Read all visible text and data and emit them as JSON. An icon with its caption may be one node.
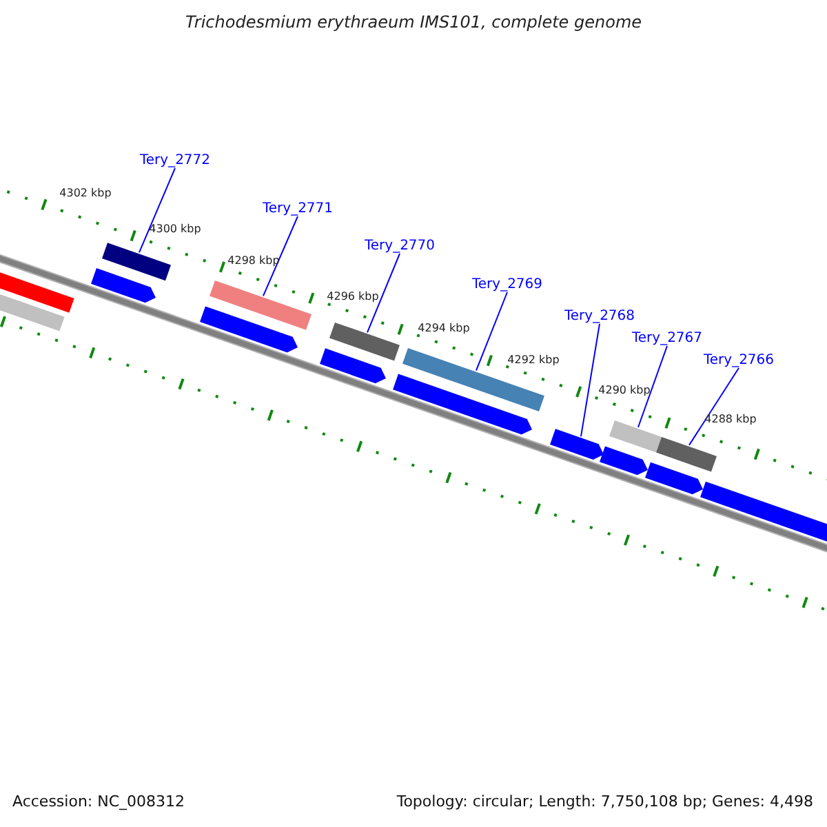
{
  "diagram": {
    "title": "Trichodesmium erythraeum IMS101, complete genome",
    "nodes": [
      {
        "text": [
          "Tery_2772"
        ]
      },
      {
        "text": [
          "Tery_2771"
        ]
      },
      {
        "text": [
          "Tery_2770"
        ]
      },
      {
        "text": [
          "Tery_2769"
        ]
      },
      {
        "text": [
          "Tery_2768"
        ]
      },
      {
        "text": [
          "Tery_2767"
        ]
      },
      {
        "text": [
          "Tery_2766"
        ]
      },
      {
        "text": [],
        "shape": "bar"
      },
      {
        "text": [],
        "shape": "bar"
      },
      {
        "text": [],
        "shape": "pentagon"
      },
      {
        "text": [],
        "shape": "bar"
      },
      {
        "text": [],
        "shape": "pentagon"
      },
      {
        "text": [],
        "shape": "bar"
      },
      {
        "text": [],
        "shape": "pentagon"
      },
      {
        "text": [],
        "shape": "bar"
      },
      {
        "text": [],
        "shape": "pentagon"
      },
      {
        "text": [],
        "shape": "bar"
      },
      {
        "text": [],
        "shape": "pentagon"
      },
      {
        "text": [],
        "shape": "pentagon"
      },
      {
        "text": [],
        "shape": "bar"
      },
      {
        "text": [],
        "shape": "pentagon"
      },
      {
        "text": [],
        "shape": "bar"
      },
      {
        "text": [],
        "shape": "pentagon"
      }
    ],
    "edges": [
      {
        "from": 0,
        "to": 10,
        "arrow": "none"
      },
      {
        "from": 1,
        "to": 12,
        "arrow": "none"
      },
      {
        "from": 2,
        "to": 14,
        "arrow": "none"
      },
      {
        "from": 3,
        "to": 16,
        "arrow": "none"
      },
      {
        "from": 4,
        "to": 17,
        "arrow": "none"
      },
      {
        "from": 5,
        "to": 19,
        "arrow": "none"
      },
      {
        "from": 6,
        "to": 21,
        "arrow": "none"
      }
    ],
    "labels": [
      "4302 kbp",
      "4300 kbp",
      "4298 kbp",
      "4296 kbp",
      "4294 kbp",
      "4292 kbp",
      "4290 kbp",
      "4288 kbp",
      "Accession: NC_008312",
      "Topology: circular; Length: 7,750,108 bp; Genes: 4,498"
    ]
  }
}
